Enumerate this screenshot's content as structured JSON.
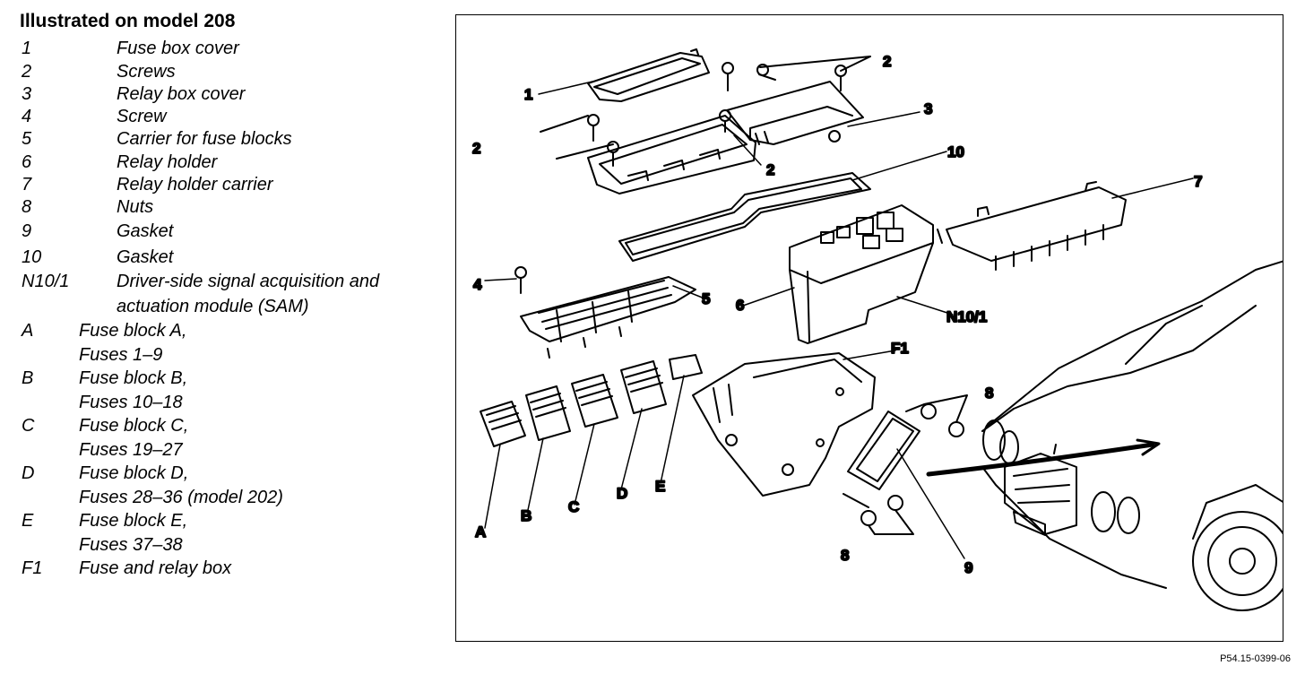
{
  "title": "Illustrated on model 208",
  "legend": [
    {
      "key": "1",
      "desc": [
        "Fuse box cover"
      ]
    },
    {
      "key": "2",
      "desc": [
        "Screws"
      ]
    },
    {
      "key": "3",
      "desc": [
        "Relay box cover"
      ]
    },
    {
      "key": "4",
      "desc": [
        "Screw"
      ]
    },
    {
      "key": "5",
      "desc": [
        "Carrier for fuse blocks"
      ]
    },
    {
      "key": "6",
      "desc": [
        "Relay holder"
      ]
    },
    {
      "key": "7",
      "desc": [
        "Relay holder carrier"
      ]
    },
    {
      "key": "8",
      "desc": [
        "Nuts"
      ]
    },
    {
      "key": "9",
      "desc": [
        "Gasket"
      ]
    },
    {
      "key": "10",
      "desc": [
        "Gasket"
      ]
    },
    {
      "key": "N10/1",
      "desc": [
        "Driver-side signal acquisition and",
        "actuation module (SAM)"
      ]
    },
    {
      "key": "A",
      "desc": [
        "Fuse block A,",
        "Fuses 1–9"
      ]
    },
    {
      "key": "B",
      "desc": [
        "Fuse block B,",
        "Fuses 10–18"
      ]
    },
    {
      "key": "C",
      "desc": [
        "Fuse block C,",
        "Fuses 19–27"
      ]
    },
    {
      "key": "D",
      "desc": [
        "Fuse block D,",
        "Fuses 28–36 (model 202)"
      ]
    },
    {
      "key": "E",
      "desc": [
        "Fuse block E,",
        "Fuses 37–38"
      ]
    },
    {
      "key": "F1",
      "desc": [
        "Fuse and relay box"
      ]
    }
  ],
  "callouts": {
    "c1": "1",
    "c2a": "2",
    "c2b": "2",
    "c2c": "2",
    "c3": "3",
    "c10": "10",
    "c7": "7",
    "c4": "4",
    "c5": "5",
    "c6": "6",
    "cN": "N10/1",
    "cF1": "F1",
    "c8a": "8",
    "c8b": "8",
    "c9": "9",
    "cA": "A",
    "cB": "B",
    "cC": "C",
    "cD": "D",
    "cE": "E"
  },
  "figure_ref": "P54.15-0399-06"
}
